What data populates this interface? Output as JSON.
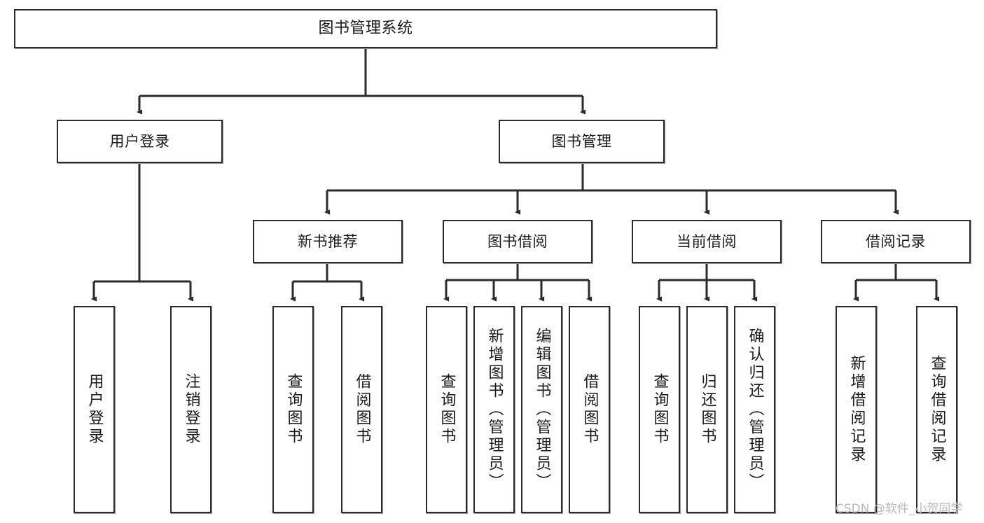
{
  "diagram": {
    "title": "图书管理系统",
    "type": "tree",
    "watermark": "CSDN @软件_小贺同学",
    "stroke_color": "#2b2b2b",
    "fill_color": "#ffffff",
    "text_color": "#1a1a1a",
    "nodes": {
      "root": {
        "label": "图书管理系统"
      },
      "level2": [
        {
          "id": "user-login",
          "label": "用户登录"
        },
        {
          "id": "book-manage",
          "label": "图书管理"
        }
      ],
      "level3": [
        {
          "id": "new-book-recommend",
          "label": "新书推荐"
        },
        {
          "id": "book-borrow",
          "label": "图书借阅"
        },
        {
          "id": "current-borrow",
          "label": "当前借阅"
        },
        {
          "id": "borrow-record",
          "label": "借阅记录"
        }
      ],
      "leaves": [
        {
          "id": "leaf-user-login",
          "label": "用户登录",
          "parent": "user-login"
        },
        {
          "id": "leaf-logout-login",
          "label": "注销登录",
          "parent": "user-login"
        },
        {
          "id": "leaf-query-book-1",
          "label": "查询图书",
          "parent": "new-book-recommend"
        },
        {
          "id": "leaf-borrow-book-1",
          "label": "借阅图书",
          "parent": "new-book-recommend"
        },
        {
          "id": "leaf-query-book-2",
          "label": "查询图书",
          "parent": "book-borrow"
        },
        {
          "id": "leaf-add-book",
          "label": "新增图书（管理员）",
          "parent": "book-borrow"
        },
        {
          "id": "leaf-edit-book",
          "label": "编辑图书（管理员）",
          "parent": "book-borrow"
        },
        {
          "id": "leaf-borrow-book-2",
          "label": "借阅图书",
          "parent": "book-borrow"
        },
        {
          "id": "leaf-query-book-3",
          "label": "查询图书",
          "parent": "current-borrow"
        },
        {
          "id": "leaf-return-book",
          "label": "归还图书",
          "parent": "current-borrow"
        },
        {
          "id": "leaf-confirm-return",
          "label": "确认归还（管理员）",
          "parent": "current-borrow"
        },
        {
          "id": "leaf-add-record",
          "label": "新增借阅记录",
          "parent": "borrow-record"
        },
        {
          "id": "leaf-query-record",
          "label": "查询借阅记录",
          "parent": "borrow-record"
        }
      ]
    }
  }
}
